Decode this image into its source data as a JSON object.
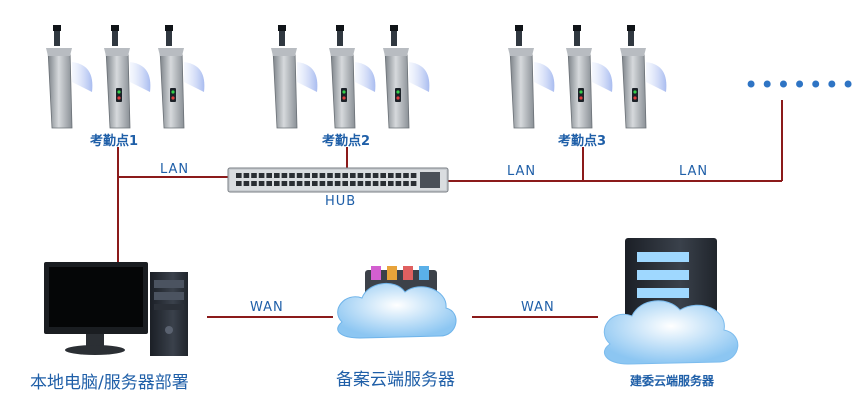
{
  "sites": [
    {
      "label": "考勤点1"
    },
    {
      "label": "考勤点2"
    },
    {
      "label": "考勤点3"
    }
  ],
  "more_indicator": "•••••••",
  "links": {
    "lan_1": "LAN",
    "lan_2": "LAN",
    "lan_3": "LAN",
    "wan_1": "WAN",
    "wan_2": "WAN"
  },
  "hub": {
    "label": "HUB"
  },
  "nodes": {
    "local_server": "本地电脑/服务器部署",
    "record_cloud": "备案云端服务器",
    "build_cloud": "建委云端服务器"
  },
  "colors": {
    "line": "#8b1a1a",
    "label": "#1f5fa8",
    "turnstile_body": "#9aa0a6",
    "wing": "#b8c8f0"
  }
}
